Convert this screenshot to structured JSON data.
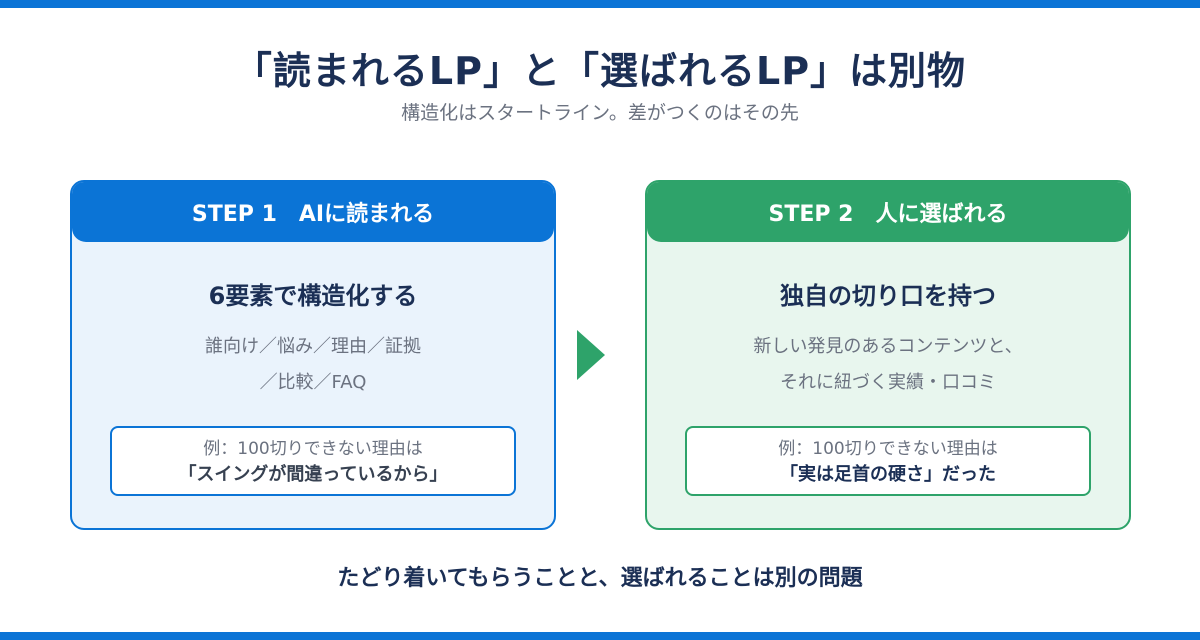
{
  "title": "「読まれるLP」と「選ばれるLP」は別物",
  "subtitle": "構造化はスタートライン。差がつくのはその先",
  "colors": {
    "blue": "#0b74d6",
    "green": "#2ea36a",
    "navy": "#1b2f55"
  },
  "step1": {
    "header": "STEP 1　AIに読まれる",
    "heading": "6要素で構造化する",
    "desc_line1": "誰向け／悩み／理由／証拠",
    "desc_line2": "／比較／FAQ",
    "example_label": "例：100切りできない理由は",
    "example_value": "「スイングが間違っているから」"
  },
  "step2": {
    "header": "STEP 2　人に選ばれる",
    "heading": "独自の切り口を持つ",
    "desc_line1": "新しい発見のあるコンテンツと、",
    "desc_line2": "それに紐づく実績・口コミ",
    "example_label": "例：100切りできない理由は",
    "example_value": "「実は足首の硬さ」だった"
  },
  "arrow_icon": "triangle-right-icon",
  "footer": "たどり着いてもらうことと、選ばれることは別の問題"
}
